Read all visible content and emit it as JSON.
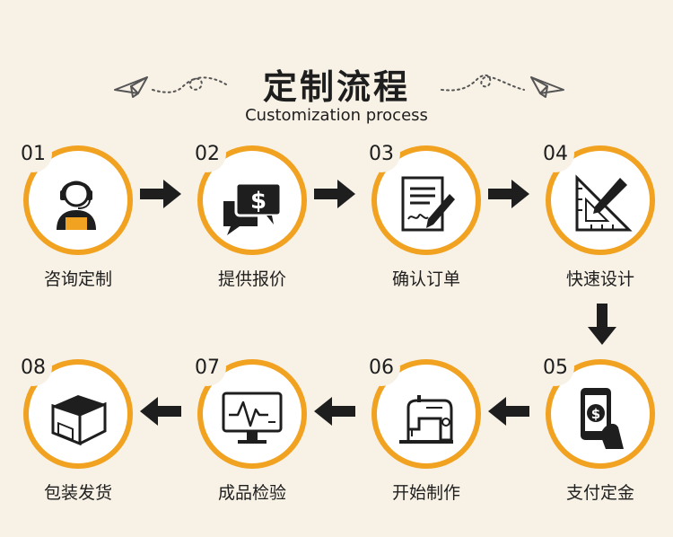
{
  "header": {
    "title": "定制流程",
    "subtitle": "Customization process"
  },
  "colors": {
    "accent": "#f0a220",
    "background": "#f8f1e6",
    "ink": "#1e1e1e"
  },
  "steps": [
    {
      "number": "01",
      "label": "咨询定制",
      "icon": "customer-service-icon"
    },
    {
      "number": "02",
      "label": "提供报价",
      "icon": "price-chat-icon"
    },
    {
      "number": "03",
      "label": "确认订单",
      "icon": "order-sign-icon"
    },
    {
      "number": "04",
      "label": "快速设计",
      "icon": "design-ruler-icon"
    },
    {
      "number": "05",
      "label": "支付定金",
      "icon": "payment-phone-icon"
    },
    {
      "number": "06",
      "label": "开始制作",
      "icon": "sewing-machine-icon"
    },
    {
      "number": "07",
      "label": "成品检验",
      "icon": "monitor-inspection-icon"
    },
    {
      "number": "08",
      "label": "包装发货",
      "icon": "package-box-icon"
    }
  ]
}
